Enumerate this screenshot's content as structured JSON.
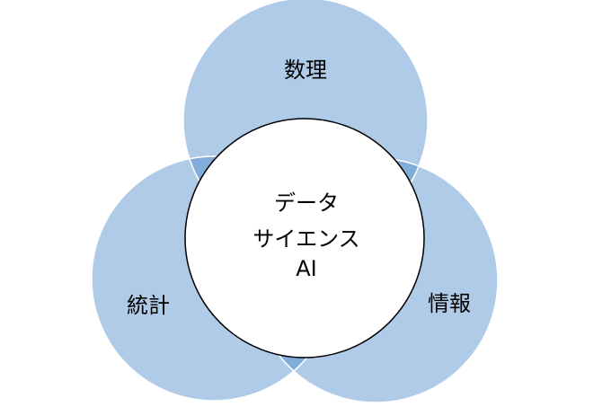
{
  "diagram": {
    "circles": {
      "top": {
        "label": "数理"
      },
      "left": {
        "label": "統計"
      },
      "right": {
        "label": "情報"
      }
    },
    "center": {
      "lines": [
        "データ",
        "サイエンス",
        "AI"
      ]
    },
    "colors": {
      "circle_fill": "#afcbe8",
      "overlap_fill": "#82acd9",
      "circle_stroke": "#ffffff",
      "center_fill": "#ffffff",
      "center_stroke": "#000000"
    }
  }
}
